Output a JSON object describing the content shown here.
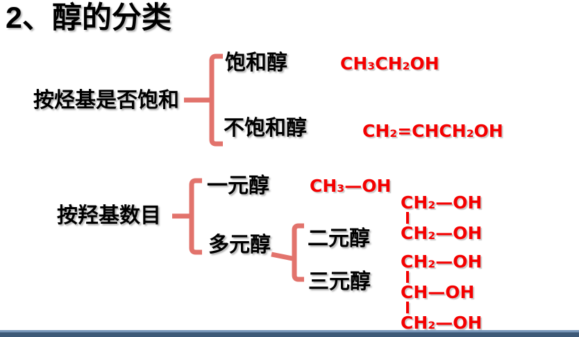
{
  "title": "2、醇的分类",
  "colors": {
    "formula_red": "#f40000",
    "bracket": "#e2736c",
    "footer_top": "#7b99bb",
    "footer_bottom": "#3d5977"
  },
  "section1": {
    "label": "按烃基是否饱和",
    "branches": [
      {
        "name": "饱和醇",
        "formula": "CH₃CH₂OH"
      },
      {
        "name": "不饱和醇",
        "formula": "CH₂=CHCH₂OH"
      }
    ]
  },
  "section2": {
    "label": "按羟基数目",
    "mono": {
      "name": "一元醇",
      "formula": "CH₃—OH"
    },
    "poly": {
      "name": "多元醇",
      "sub": [
        {
          "name": "二元醇",
          "formula_lines": [
            "CH₂—OH",
            "CH₂—OH"
          ]
        },
        {
          "name": "三元醇",
          "formula_lines": [
            "CH₂—OH",
            "CH—OH",
            "CH₂—OH"
          ]
        }
      ]
    }
  }
}
